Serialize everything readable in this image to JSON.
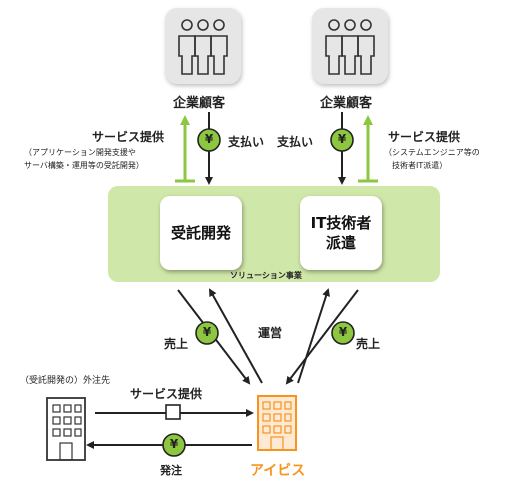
{
  "customers": {
    "left_label": "企業顧客",
    "right_label": "企業顧客",
    "icon": "people-icon"
  },
  "left_flow": {
    "service_title": "サービス提供",
    "service_note_1": "（アプリケーション開発支援や",
    "service_note_2": "サーバ構築・運用等の受託開発）",
    "payment": "支払い"
  },
  "right_flow": {
    "service_title": "サービス提供",
    "service_note_1": "（システムエンジニア等の",
    "service_note_2": "技術者IT派遣）",
    "payment": "支払い"
  },
  "solution": {
    "band_label": "ソリューション事業",
    "card1": "受託開発",
    "card2_line1": "IT技術者",
    "card2_line2": "派遣"
  },
  "lower": {
    "sales_left": "売上",
    "operation": "運営",
    "sales_right": "売上"
  },
  "outsource": {
    "label": "（受託開発の）外注先",
    "service": "サービス提供",
    "order": "発注"
  },
  "company": {
    "name": "アイビス"
  },
  "symbols": {
    "yen": "¥"
  },
  "colors": {
    "accent_green": "#8dc63f",
    "band_green": "#cfe7a8",
    "company_orange": "#f7941d",
    "arrow": "#222222"
  }
}
